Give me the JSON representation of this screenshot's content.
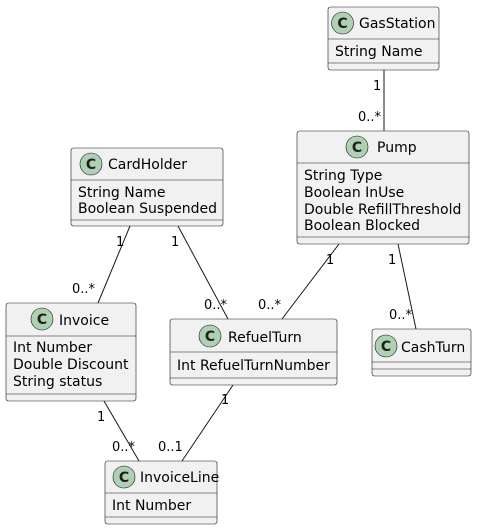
{
  "diagram": {
    "classes": {
      "gasstation": {
        "badge": "C",
        "name": "GasStation",
        "attributes": [
          "String Name"
        ]
      },
      "pump": {
        "badge": "C",
        "name": "Pump",
        "attributes": [
          "String Type",
          "Boolean InUse",
          "Double RefillThreshold",
          "Boolean Blocked"
        ]
      },
      "cardholder": {
        "badge": "C",
        "name": "CardHolder",
        "attributes": [
          "String Name",
          "Boolean Suspended"
        ]
      },
      "invoice": {
        "badge": "C",
        "name": "Invoice",
        "attributes": [
          "Int Number",
          "Double Discount",
          "String status"
        ]
      },
      "refuelturn": {
        "badge": "C",
        "name": "RefuelTurn",
        "attributes": [
          "Int RefuelTurnNumber"
        ]
      },
      "cashturn": {
        "badge": "C",
        "name": "CashTurn",
        "attributes": []
      },
      "invoiceline": {
        "badge": "C",
        "name": "InvoiceLine",
        "attributes": [
          "Int Number"
        ]
      }
    },
    "associations": {
      "gasstation_pump": {
        "from": "gasstation",
        "to": "pump",
        "from_mult": "1",
        "to_mult": "0..*"
      },
      "cardholder_invoice": {
        "from": "cardholder",
        "to": "invoice",
        "from_mult": "1",
        "to_mult": "0..*"
      },
      "cardholder_refuelturn": {
        "from": "cardholder",
        "to": "refuelturn",
        "from_mult": "1",
        "to_mult": "0..*"
      },
      "pump_refuelturn": {
        "from": "pump",
        "to": "refuelturn",
        "from_mult": "1",
        "to_mult": "0..*"
      },
      "pump_cashturn": {
        "from": "pump",
        "to": "cashturn",
        "from_mult": "1",
        "to_mult": "0..*"
      },
      "invoice_invoiceline": {
        "from": "invoice",
        "to": "invoiceline",
        "from_mult": "1",
        "to_mult": "0..*"
      },
      "refuelturn_invoiceline": {
        "from": "refuelturn",
        "to": "invoiceline",
        "from_mult": "1",
        "to_mult": "0..1"
      }
    }
  }
}
